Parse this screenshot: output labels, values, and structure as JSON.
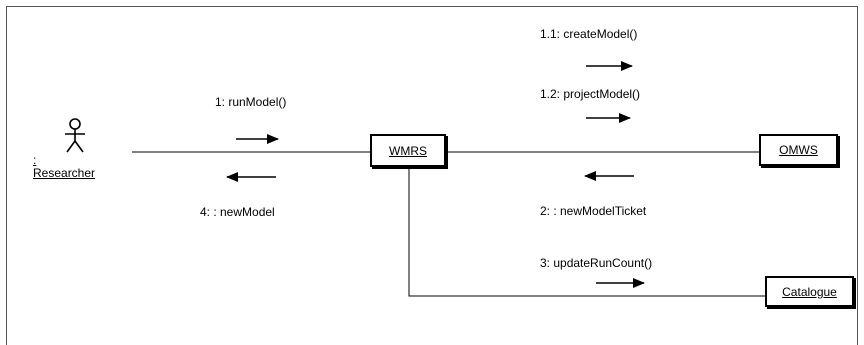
{
  "diagram": {
    "actor": {
      "colon": ":",
      "name": "Researcher"
    },
    "objects": {
      "wmrs": "WMRS",
      "omws": "OMWS",
      "catalogue": "Catalogue"
    },
    "messages": [
      {
        "label": "1.1: createModel()",
        "direction": "right"
      },
      {
        "label": "1.2: projectModel()",
        "direction": "right"
      },
      {
        "label": "1: runModel()",
        "direction": "right"
      },
      {
        "label": "4:  : newModel",
        "direction": "left"
      },
      {
        "label": "2:  : newModelTicket",
        "direction": "left"
      },
      {
        "label": "3: updateRunCount()",
        "direction": "right"
      }
    ]
  }
}
